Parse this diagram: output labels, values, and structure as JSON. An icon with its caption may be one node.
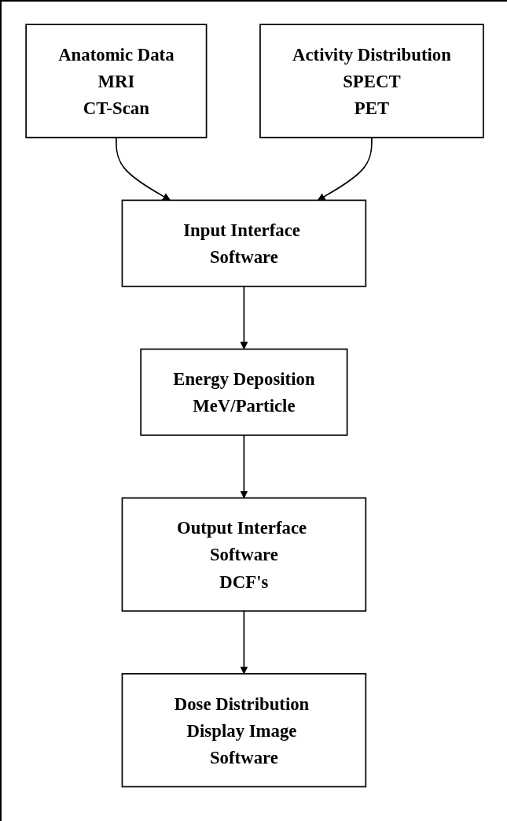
{
  "diagram": {
    "nodes": [
      {
        "text": [
          "Anatomic Data",
          "MRI",
          "CT-Scan"
        ]
      },
      {
        "text": [
          "Activity Distribution",
          "SPECT",
          "PET"
        ]
      },
      {
        "text": [
          "Input Interface Software"
        ]
      },
      {
        "text": [
          "Energy Deposition",
          "MeV/Particle"
        ]
      },
      {
        "text": [
          "Output Interface Software",
          "DCF's"
        ]
      },
      {
        "text": [
          "Dose Distribution Display Image Software"
        ]
      }
    ],
    "edges": [
      {
        "from": 0,
        "to": 2,
        "arrow": "to"
      },
      {
        "from": 1,
        "to": 2,
        "arrow": "to"
      },
      {
        "from": 2,
        "to": 3,
        "arrow": "to"
      },
      {
        "from": 3,
        "to": 4,
        "arrow": "to"
      },
      {
        "from": 4,
        "to": 5,
        "arrow": "to"
      }
    ]
  }
}
